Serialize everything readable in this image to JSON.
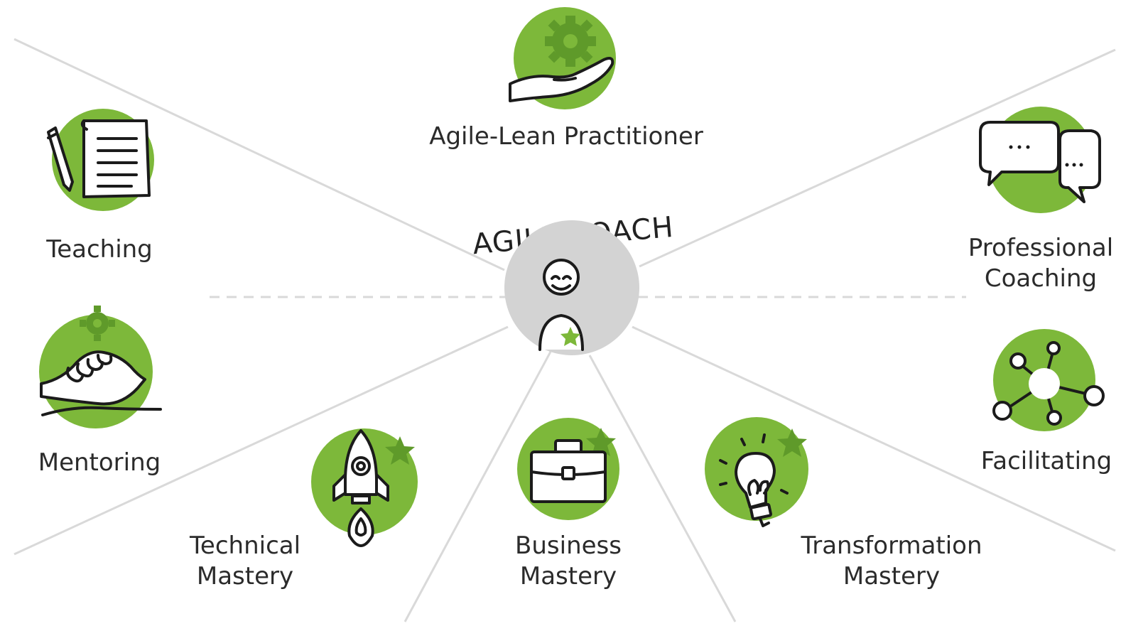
{
  "center": {
    "title": "AGILE COACH",
    "circle_color": "#d3d3d3"
  },
  "colors": {
    "accent": "#7db83a",
    "accent_dark": "#5f9a2a",
    "line": "#d6d6d6",
    "text": "#2b2b2b"
  },
  "nodes": {
    "agile_lean": {
      "label": "Agile-Lean Practitioner",
      "icon": "gear-on-hand-icon"
    },
    "teaching": {
      "label": "Teaching",
      "icon": "pencil-and-document-icon"
    },
    "professional_coaching": {
      "label_line1": "Professional",
      "label_line2": "Coaching",
      "icon": "speech-bubbles-icon"
    },
    "mentoring": {
      "label": "Mentoring",
      "icon": "handshake-gear-icon"
    },
    "facilitating": {
      "label": "Facilitating",
      "icon": "network-nodes-icon"
    },
    "technical_mastery": {
      "label_line1": "Technical",
      "label_line2": "Mastery",
      "icon": "rocket-icon"
    },
    "business_mastery": {
      "label_line1": "Business",
      "label_line2": "Mastery",
      "icon": "briefcase-icon"
    },
    "transformation_mastery": {
      "label_line1": "Transformation",
      "label_line2": "Mastery",
      "icon": "lightbulb-icon"
    }
  }
}
